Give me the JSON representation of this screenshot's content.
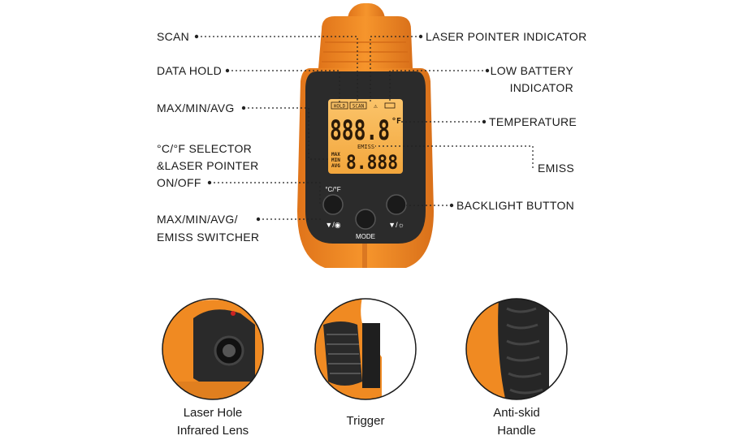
{
  "labels": {
    "scan": "SCAN",
    "data_hold": "DATA HOLD",
    "max_min_avg": "MAX/MIN/AVG",
    "selector_line1": "°C/°F SELECTOR",
    "selector_line2": "&LASER POINTER",
    "selector_line3": "ON/OFF",
    "switcher_line1": "MAX/MIN/AVG/",
    "switcher_line2": "EMISS SWITCHER",
    "laser_indicator": "LASER POINTER INDICATOR",
    "low_battery_line1": "LOW BATTERY",
    "low_battery_line2": "INDICATOR",
    "temperature": "TEMPERATURE",
    "emiss": "EMISS",
    "backlight": "BACKLIGHT BUTTON"
  },
  "device": {
    "hold_tag": "HOLD",
    "scan_tag": "SCAN",
    "main_digits": "888.8",
    "unit": "°F",
    "emiss_tag": "EMISS",
    "max_tag": "MAX",
    "min_tag": "MIN",
    "avg_tag": "AVG",
    "sub_digits": "8.888",
    "cf_button": "°C/°F",
    "mode_button": "MODE",
    "left_button_symbol": "▼/◉",
    "right_button_symbol": "▼/☼"
  },
  "captions": {
    "lens_line1": "Laser Hole",
    "lens_line2": "Infrared Lens",
    "trigger": "Trigger",
    "handle_line1": "Anti-skid",
    "handle_line2": "Handle"
  },
  "colors": {
    "body_orange": "#f28a1e",
    "lcd_amber": "#f7b24a",
    "panel_black": "#2b2b2b"
  }
}
